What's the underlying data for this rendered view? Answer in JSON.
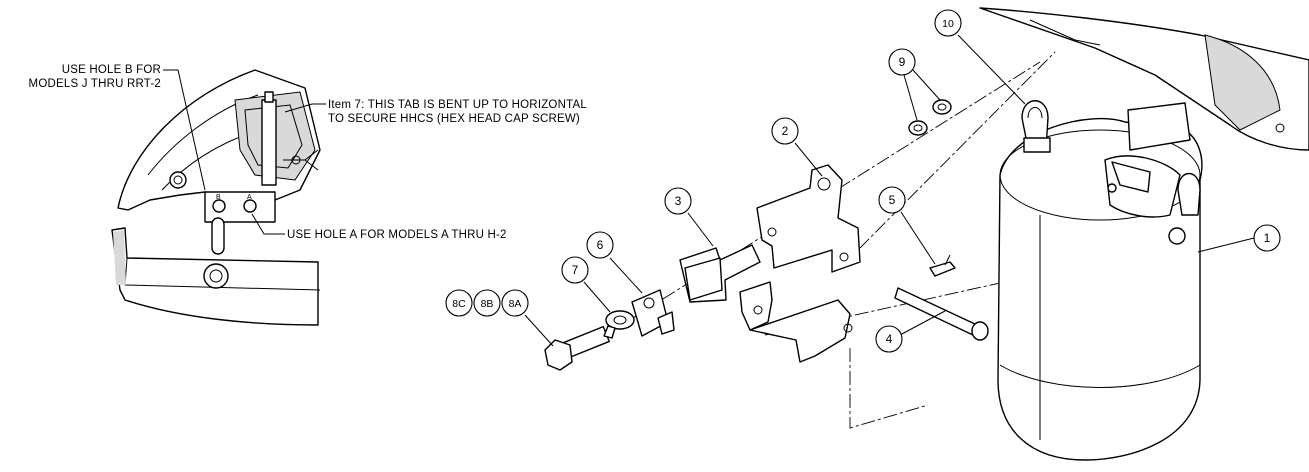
{
  "notes": {
    "hole_b_line1": "USE HOLE B FOR",
    "hole_b_line2": "MODELS J THRU RRT-2",
    "item7_line1": "Item 7:  THIS TAB IS BENT UP TO HORIZONTAL",
    "item7_line2": "TO SECURE HHCS (HEX HEAD CAP SCREW)",
    "hole_a": "USE HOLE A FOR MODELS A THRU H-2",
    "hole_label_a": "A",
    "hole_label_b": "B"
  },
  "balloons": {
    "b1": "1",
    "b2": "2",
    "b3": "3",
    "b4": "4",
    "b5": "5",
    "b6": "6",
    "b7": "7",
    "b8a": "8A",
    "b8b": "8B",
    "b8c": "8C",
    "b9": "9",
    "b10": "10"
  }
}
